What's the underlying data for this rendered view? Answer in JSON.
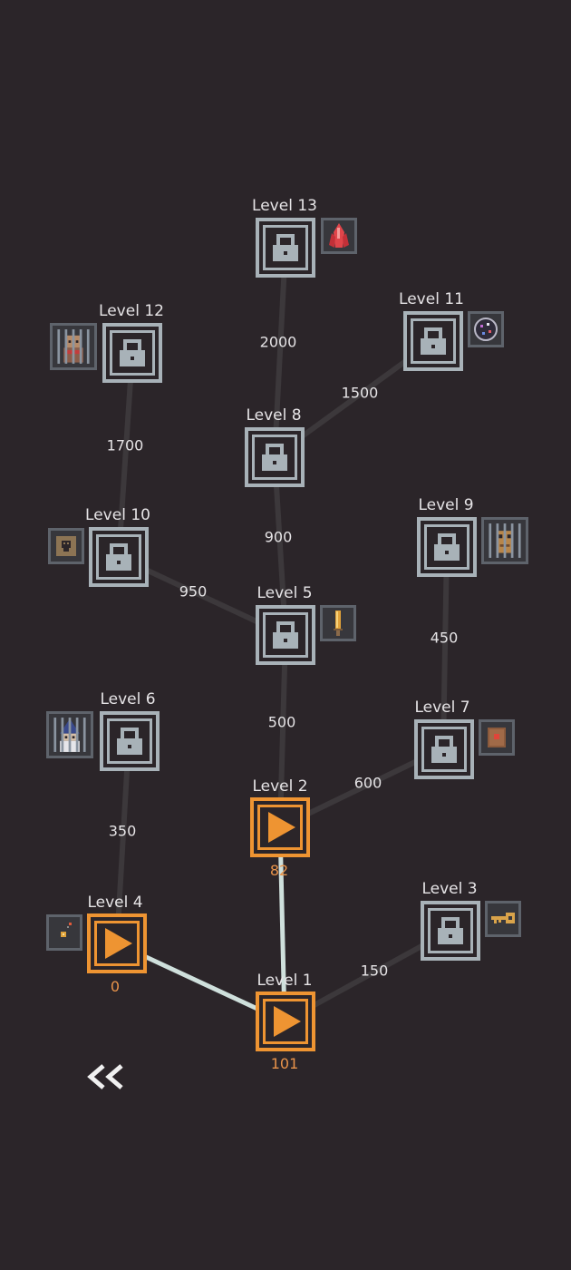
{
  "levels": [
    {
      "label": "Level 1",
      "status": "unlocked",
      "score": "101",
      "reward_icon": ""
    },
    {
      "label": "Level 2",
      "status": "unlocked",
      "score": "82",
      "reward_icon": ""
    },
    {
      "label": "Level 3",
      "status": "locked",
      "score": "",
      "reward_icon": "key-icon"
    },
    {
      "label": "Level 4",
      "status": "unlocked",
      "score": "0",
      "reward_icon": "bomb-icon"
    },
    {
      "label": "Level 5",
      "status": "locked",
      "score": "",
      "reward_icon": "sword-icon"
    },
    {
      "label": "Level 6",
      "status": "locked",
      "score": "",
      "reward_icon": "caged-wizard-icon"
    },
    {
      "label": "Level 7",
      "status": "locked",
      "score": "",
      "reward_icon": "spellbook-icon"
    },
    {
      "label": "Level 8",
      "status": "locked",
      "score": "",
      "reward_icon": ""
    },
    {
      "label": "Level 9",
      "status": "locked",
      "score": "",
      "reward_icon": "caged-creature-icon"
    },
    {
      "label": "Level 10",
      "status": "locked",
      "score": "",
      "reward_icon": "skull-scroll-icon"
    },
    {
      "label": "Level 11",
      "status": "locked",
      "score": "",
      "reward_icon": "orb-icon"
    },
    {
      "label": "Level 12",
      "status": "locked",
      "score": "",
      "reward_icon": "caged-monk-icon"
    },
    {
      "label": "Level 13",
      "status": "locked",
      "score": "",
      "reward_icon": "red-crystal-icon"
    }
  ],
  "path_costs": {
    "level1_level3": "150",
    "level2_level5": "500",
    "level2_level7": "600",
    "level4_level6": "350",
    "level5_level8": "900",
    "level5_level10": "950",
    "level7_level9": "450",
    "level8_level11": "1500",
    "level8_level13": "2000",
    "level10_level12": "1700"
  },
  "navigation": {
    "back_icon": "double-chevron-left-icon"
  },
  "colors": {
    "background": "#2b2529",
    "locked": "#a8b2b8",
    "unlocked": "#ee9432",
    "active_path": "#cfe0dc",
    "inactive_path": "#3c383b",
    "text": "#e6e4e6",
    "score_text": "#e8934a"
  }
}
